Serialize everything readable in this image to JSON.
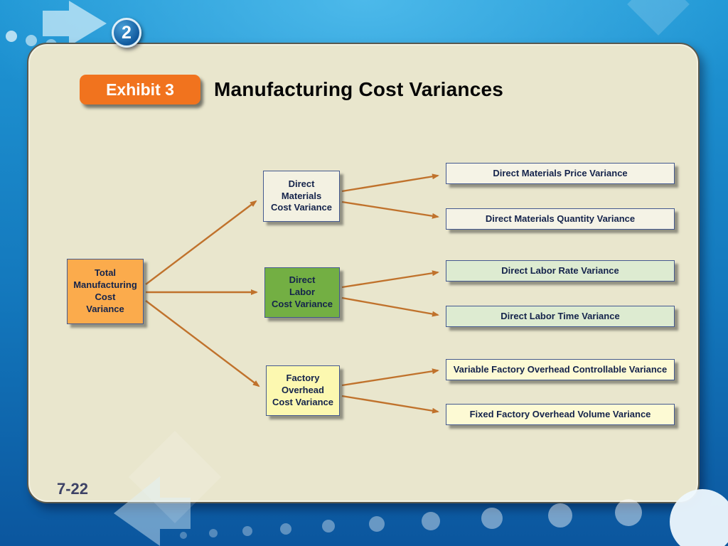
{
  "header": {
    "step_badge": "2",
    "exhibit_label": "Exhibit 3",
    "title": "Manufacturing Cost Variances"
  },
  "footer": {
    "page_number": "7-22"
  },
  "colors": {
    "slide_background": "#e9e6cd",
    "exhibit_badge": "#f1731e",
    "step_badge": "#115a9e",
    "root_box": "#fbab4c",
    "materials_box": "#f3f1e2",
    "labor_box": "#73af43",
    "overhead_box": "#fcf8b0",
    "materials_leaf_box": "#f5f3e6",
    "labor_leaf_box": "#ddebd1",
    "overhead_leaf_box": "#fdfad4",
    "arrow": "#c0722c",
    "box_text": "#14234b"
  },
  "diagram": {
    "root": {
      "label": "Total\nManufacturing\nCost\nVariance"
    },
    "branches": [
      {
        "label": "Direct\nMaterials\nCost Variance",
        "children": [
          "Direct Materials Price Variance",
          "Direct Materials Quantity Variance"
        ]
      },
      {
        "label": "Direct\nLabor\nCost Variance",
        "children": [
          "Direct Labor Rate Variance",
          "Direct Labor Time Variance"
        ]
      },
      {
        "label": "Factory\nOverhead\nCost Variance",
        "children": [
          "Variable Factory Overhead Controllable Variance",
          "Fixed Factory Overhead Volume Variance"
        ]
      }
    ]
  }
}
